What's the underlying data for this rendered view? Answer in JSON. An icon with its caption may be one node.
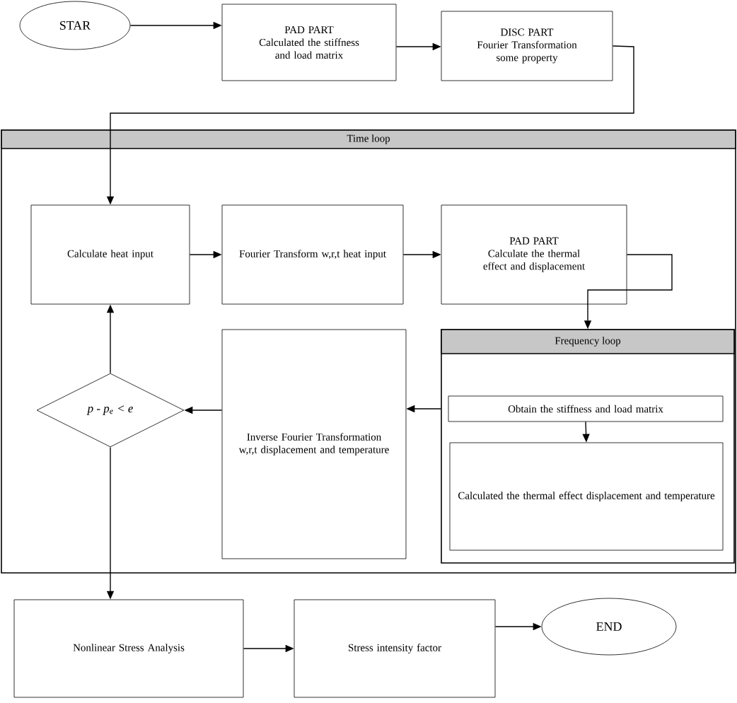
{
  "diagram": {
    "nodes": [
      {
        "text": [
          "STAR"
        ]
      },
      {
        "text": [
          "PAD PART",
          "Calculated the stiffness and load matrix"
        ]
      },
      {
        "text": [
          "DISC PART",
          "Fourier Transformation some property"
        ]
      },
      {
        "text": [
          "Time loop"
        ]
      },
      {
        "text": [
          "Calculate heat input"
        ],
        "in": 3
      },
      {
        "text": [
          "Fourier Transform w,r,t heat input"
        ],
        "in": 3
      },
      {
        "text": [
          "PAD PART",
          "Calculate the thermal effect and displacement"
        ],
        "in": 3
      },
      {
        "text": [
          "p - p$_{e}$ < e"
        ],
        "in": 3
      },
      {
        "text": [
          "Inverse Fourier Transformation w,r,t displacement and temperature"
        ],
        "in": 3
      },
      {
        "text": [
          "Frequency loop"
        ],
        "in": 3
      },
      {
        "text": [
          "Obtain the stiffness and load matrix"
        ],
        "in": 9
      },
      {
        "text": [
          "Calculated the thermal effect displacement and temperature"
        ],
        "in": 9
      },
      {
        "text": [
          "Nonlinear Stress Analysis"
        ]
      },
      {
        "text": [
          "Stress intensity factor"
        ]
      },
      {
        "text": [
          "END"
        ]
      }
    ],
    "edges": [
      {
        "from": 0,
        "to": 1,
        "arrow": "to"
      },
      {
        "from": 1,
        "to": 2,
        "arrow": "to"
      },
      {
        "from": 2,
        "to": 4,
        "arrow": "to"
      },
      {
        "from": 4,
        "to": 5,
        "arrow": "to"
      },
      {
        "from": 5,
        "to": 6,
        "arrow": "to"
      },
      {
        "from": 6,
        "to": 9,
        "arrow": "to"
      },
      {
        "from": 9,
        "to": 8,
        "arrow": "to"
      },
      {
        "from": 10,
        "to": 11,
        "arrow": "to"
      },
      {
        "from": 8,
        "to": 7,
        "arrow": "to"
      },
      {
        "from": 7,
        "to": 4,
        "arrow": "to"
      },
      {
        "from": 7,
        "to": 12,
        "arrow": "to"
      },
      {
        "from": 12,
        "to": 13,
        "arrow": "to"
      },
      {
        "from": 13,
        "to": 14,
        "arrow": "to"
      }
    ]
  }
}
